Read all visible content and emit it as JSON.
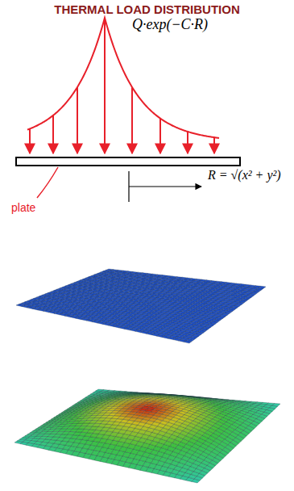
{
  "diagram": {
    "title": "THERMAL LOAD DISTRIBUTION",
    "labels": [
      "Q·exp(−C·R)",
      "plate",
      "R = √(x² + y²)"
    ]
  }
}
